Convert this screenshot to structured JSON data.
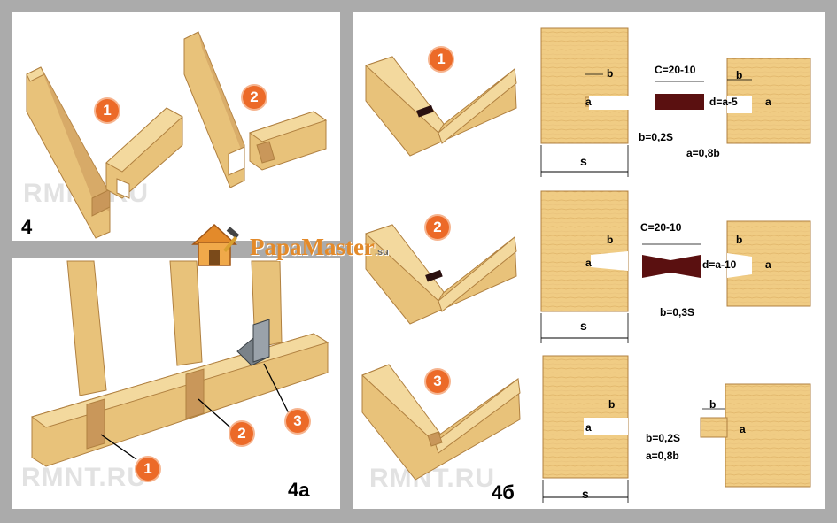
{
  "panel4": {
    "label": "4",
    "watermark": "RMNT.RU",
    "badges": [
      "1",
      "2"
    ]
  },
  "panel4a": {
    "label": "4а",
    "watermark": "RMNT.RU",
    "badges": [
      "1",
      "2",
      "3"
    ]
  },
  "panel4b": {
    "label": "4б",
    "watermark": "RMNT.RU",
    "rows": [
      {
        "badge": "1",
        "b": "b",
        "a": "a",
        "s": "s",
        "c": "C=20-10",
        "d": "d=a-5",
        "b2": "b",
        "a2": "a",
        "f1": "b=0,2S",
        "f2": "a=0,8b"
      },
      {
        "badge": "2",
        "b": "b",
        "a": "a",
        "s": "s",
        "c": "C=20-10",
        "d": "d=a-10",
        "b2": "b",
        "a2": "a",
        "f1": "b=0,3S"
      },
      {
        "badge": "3",
        "b": "b",
        "a": "a",
        "s": "s",
        "b2": "b",
        "a2": "a",
        "f1": "b=0,2S",
        "f2": "a=0,8b"
      }
    ]
  },
  "logo": {
    "name_a": "Papa",
    "name_b": "Master",
    "tld": ".su"
  },
  "colors": {
    "wood": "#e8c27a",
    "wood_dark": "#c9975a",
    "wood_light": "#f3d99e",
    "badge": "#ec6a28",
    "key": "#5a1010"
  }
}
